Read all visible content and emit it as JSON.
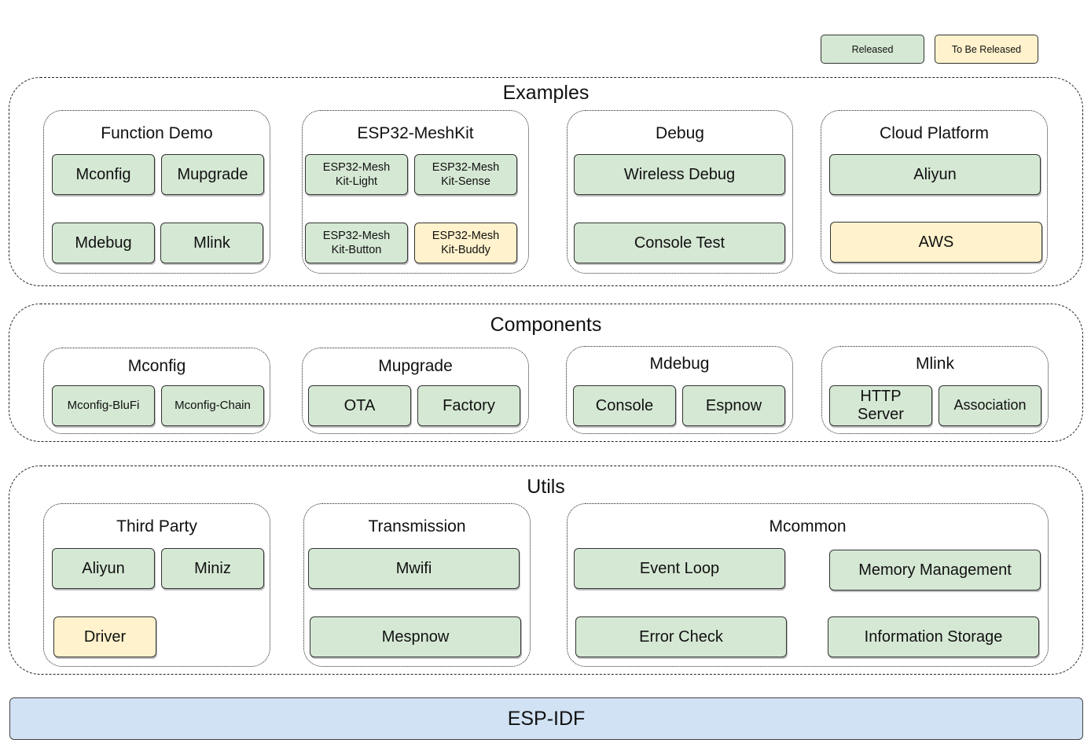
{
  "colors": {
    "released": "#d5e8d4",
    "to_be_released": "#fff2cc",
    "esp_idf": "#d0e2f3"
  },
  "legend": {
    "released": "Released",
    "to_be_released": "To Be Released"
  },
  "examples": {
    "title": "Examples",
    "function_demo": {
      "title": "Function Demo",
      "items": [
        "Mconfig",
        "Mupgrade",
        "Mdebug",
        "Mlink"
      ]
    },
    "meshkit": {
      "title": "ESP32-MeshKit",
      "items": [
        {
          "line1": "ESP32-Mesh",
          "line2": "Kit-Light",
          "status": "released"
        },
        {
          "line1": "ESP32-Mesh",
          "line2": "Kit-Sense",
          "status": "released"
        },
        {
          "line1": "ESP32-Mesh",
          "line2": "Kit-Button",
          "status": "released"
        },
        {
          "line1": "ESP32-Mesh",
          "line2": "Kit-Buddy",
          "status": "to_be_released"
        }
      ]
    },
    "debug": {
      "title": "Debug",
      "items": [
        "Wireless Debug",
        "Console Test"
      ]
    },
    "cloud_platform": {
      "title": "Cloud Platform",
      "items": [
        {
          "label": "Aliyun",
          "status": "released"
        },
        {
          "label": "AWS",
          "status": "to_be_released"
        }
      ]
    }
  },
  "components": {
    "title": "Components",
    "mconfig": {
      "title": "Mconfig",
      "items": [
        "Mconfig-BluFi",
        "Mconfig-Chain"
      ]
    },
    "mupgrade": {
      "title": "Mupgrade",
      "items": [
        "OTA",
        "Factory"
      ]
    },
    "mdebug": {
      "title": "Mdebug",
      "items": [
        "Console",
        "Espnow"
      ]
    },
    "mlink": {
      "title": "Mlink",
      "http_line1": "HTTP",
      "http_line2": "Server",
      "association": "Association"
    }
  },
  "utils": {
    "title": "Utils",
    "third_party": {
      "title": "Third Party",
      "items": [
        {
          "label": "Aliyun",
          "status": "released"
        },
        {
          "label": "Miniz",
          "status": "released"
        },
        {
          "label": "Driver",
          "status": "to_be_released"
        }
      ]
    },
    "transmission": {
      "title": "Transmission",
      "items": [
        "Mwifi",
        "Mespnow"
      ]
    },
    "mcommon": {
      "title": "Mcommon",
      "items": [
        "Event Loop",
        "Memory Management",
        "Error Check",
        "Information Storage"
      ]
    }
  },
  "esp_idf": "ESP-IDF"
}
